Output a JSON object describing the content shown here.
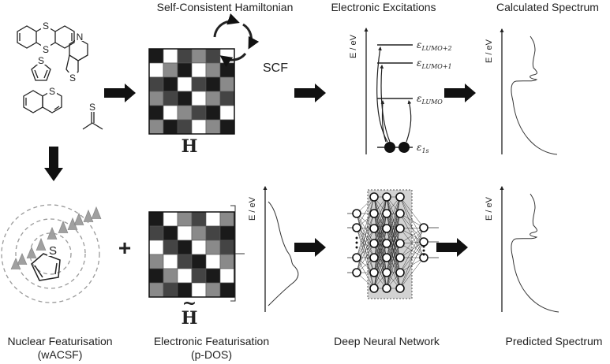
{
  "headings": {
    "hamiltonian": "Self-Consistent Hamiltonian",
    "excitations": "Electronic Excitations",
    "calculated": "Calculated Spectrum"
  },
  "labels": {
    "scf": "SCF",
    "matrix_h": "H",
    "matrix_h_tilde": "H",
    "tilde": "~",
    "plus": "+",
    "energy_axis": "E / eV",
    "atom_s": "S",
    "atom_n": "N"
  },
  "levels": {
    "lumo2": "εLUMO+2",
    "lumo1": "εLUMO+1",
    "lumo": "εLUMO",
    "core": "ε1s"
  },
  "captions": {
    "nuclear_1": "Nuclear Featurisation",
    "nuclear_2": "(wACSF)",
    "electronic_1": "Electronic Featurisation",
    "electronic_2": "(p-DOS)",
    "dnn": "Deep Neural Network",
    "predicted": "Predicted Spectrum"
  },
  "colors": {
    "ink": "#1a1a1a",
    "arrow": "#111111",
    "gray_dark": "#444444",
    "gray_mid": "#8a8a8a",
    "gray_light": "#cfcfcf",
    "dnn_box": "#d2d2d2",
    "dashed": "#9a9a9a",
    "peaks": "#a0a0a0"
  },
  "matrix_top": [
    [
      0,
      3,
      1,
      2,
      1,
      3
    ],
    [
      3,
      2,
      0,
      3,
      2,
      0
    ],
    [
      1,
      0,
      3,
      1,
      0,
      2
    ],
    [
      2,
      1,
      0,
      3,
      2,
      1
    ],
    [
      0,
      3,
      2,
      1,
      0,
      3
    ],
    [
      2,
      0,
      1,
      3,
      2,
      0
    ]
  ],
  "matrix_bottom": [
    [
      0,
      3,
      2,
      1,
      3,
      2
    ],
    [
      1,
      0,
      3,
      2,
      1,
      0
    ],
    [
      3,
      1,
      0,
      3,
      2,
      1
    ],
    [
      2,
      3,
      1,
      0,
      3,
      2
    ],
    [
      0,
      2,
      3,
      1,
      0,
      3
    ],
    [
      2,
      1,
      0,
      3,
      2,
      0
    ]
  ]
}
